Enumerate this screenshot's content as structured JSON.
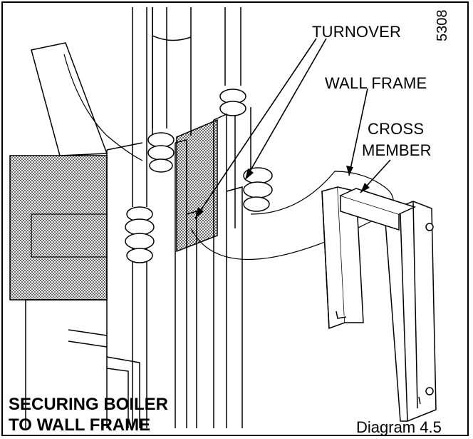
{
  "labels": {
    "turnover": "TURNOVER",
    "wall_frame": "WALL FRAME",
    "cross_member_line1": "CROSS",
    "cross_member_line2": "MEMBER",
    "figure_code": "5308"
  },
  "caption": {
    "title_line1": "SECURING BOILER",
    "title_line2": "TO WALL FRAME",
    "diagram_number": "Diagram  4.5"
  }
}
